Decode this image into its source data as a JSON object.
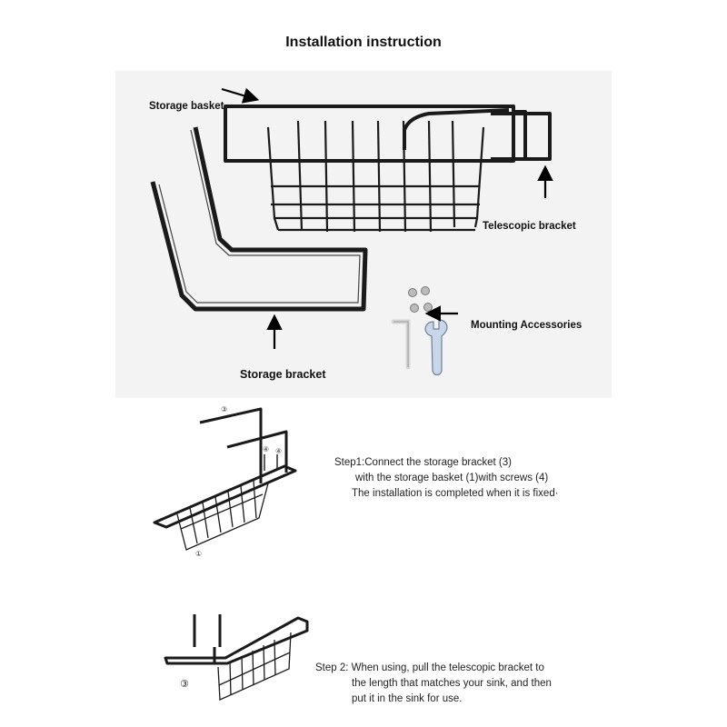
{
  "header": {
    "title": "Installation instruction"
  },
  "diagram": {
    "labels": {
      "storage_basket": "Storage basket",
      "telescopic_bracket": "Telescopic bracket",
      "mounting_accessories": "Mounting Accessories",
      "storage_bracket": "Storage bracket"
    }
  },
  "steps": [
    {
      "lines": [
        "Step1:Connect the storage bracket (3)",
        "with the storage basket (1)with screws (4)",
        "The installation is completed when it is fixed·"
      ],
      "markers": [
        "③",
        "④",
        "④",
        "①"
      ]
    },
    {
      "lines": [
        "Step 2: When using, pull the telescopic bracket to",
        "the length that matches your sink, and then",
        "put it in the sink for use."
      ],
      "markers": [
        "③"
      ]
    }
  ],
  "colors": {
    "panel": "#f3f3f3",
    "metal": "#1a1a1a",
    "text": "#111111"
  }
}
